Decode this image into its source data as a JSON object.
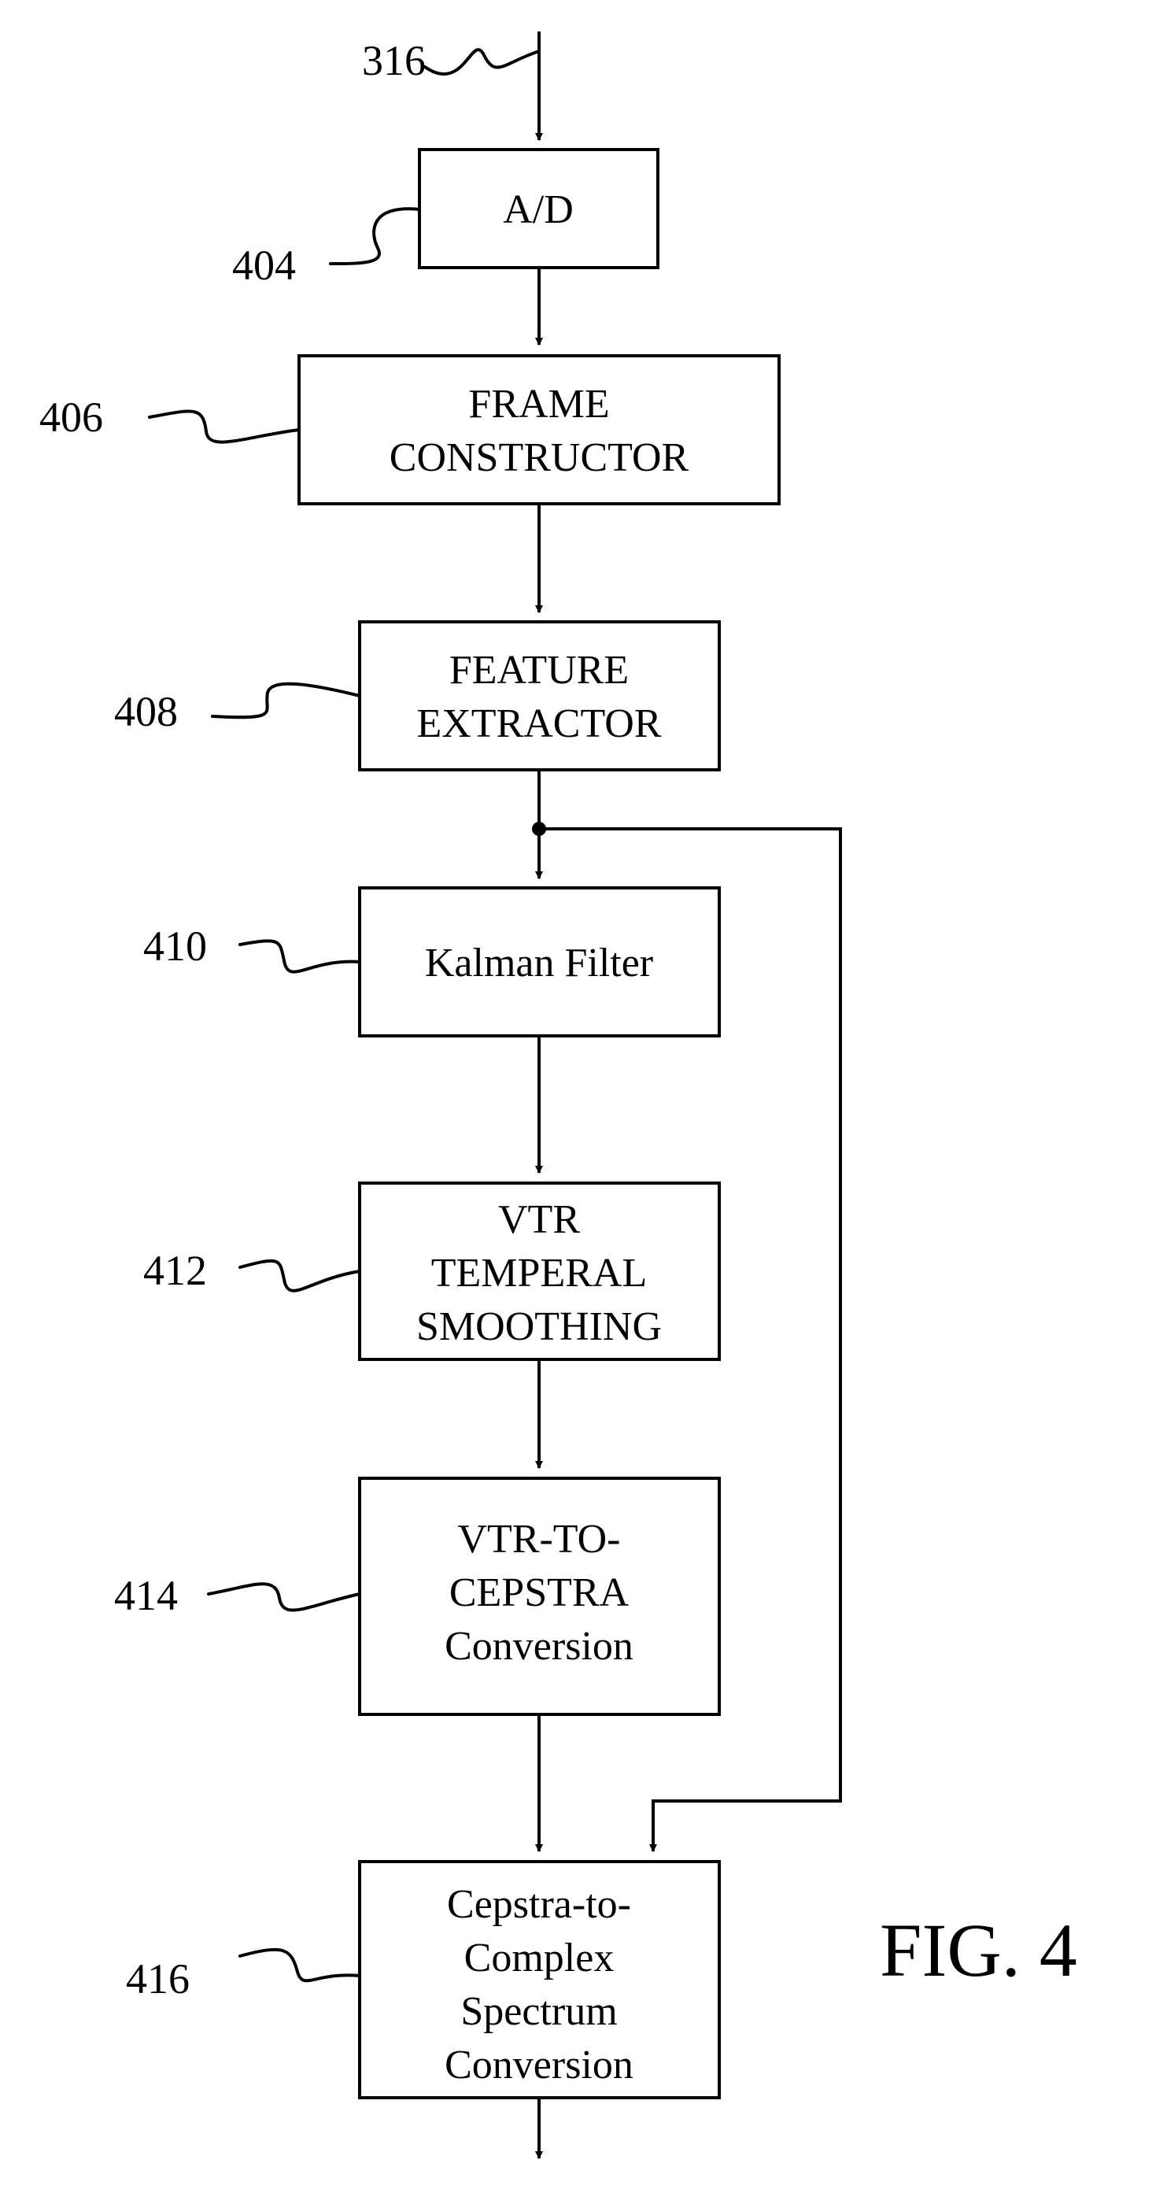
{
  "figure_label": "FIG. 4",
  "input_ref": "316",
  "blocks": [
    {
      "ref": "404",
      "lines": [
        "A/D"
      ]
    },
    {
      "ref": "406",
      "lines": [
        "FRAME",
        "CONSTRUCTOR"
      ]
    },
    {
      "ref": "408",
      "lines": [
        "FEATURE",
        "EXTRACTOR"
      ]
    },
    {
      "ref": "410",
      "lines": [
        "Kalman Filter"
      ]
    },
    {
      "ref": "412",
      "lines": [
        "VTR",
        "TEMPERAL",
        "SMOOTHING"
      ]
    },
    {
      "ref": "414",
      "lines": [
        "VTR-TO-",
        "CEPSTRA",
        "Conversion"
      ]
    },
    {
      "ref": "416",
      "lines": [
        "Cepstra-to-",
        "Complex",
        "Spectrum",
        "Conversion"
      ]
    }
  ],
  "colors": {
    "ink": "#000000",
    "paper": "#ffffff"
  }
}
